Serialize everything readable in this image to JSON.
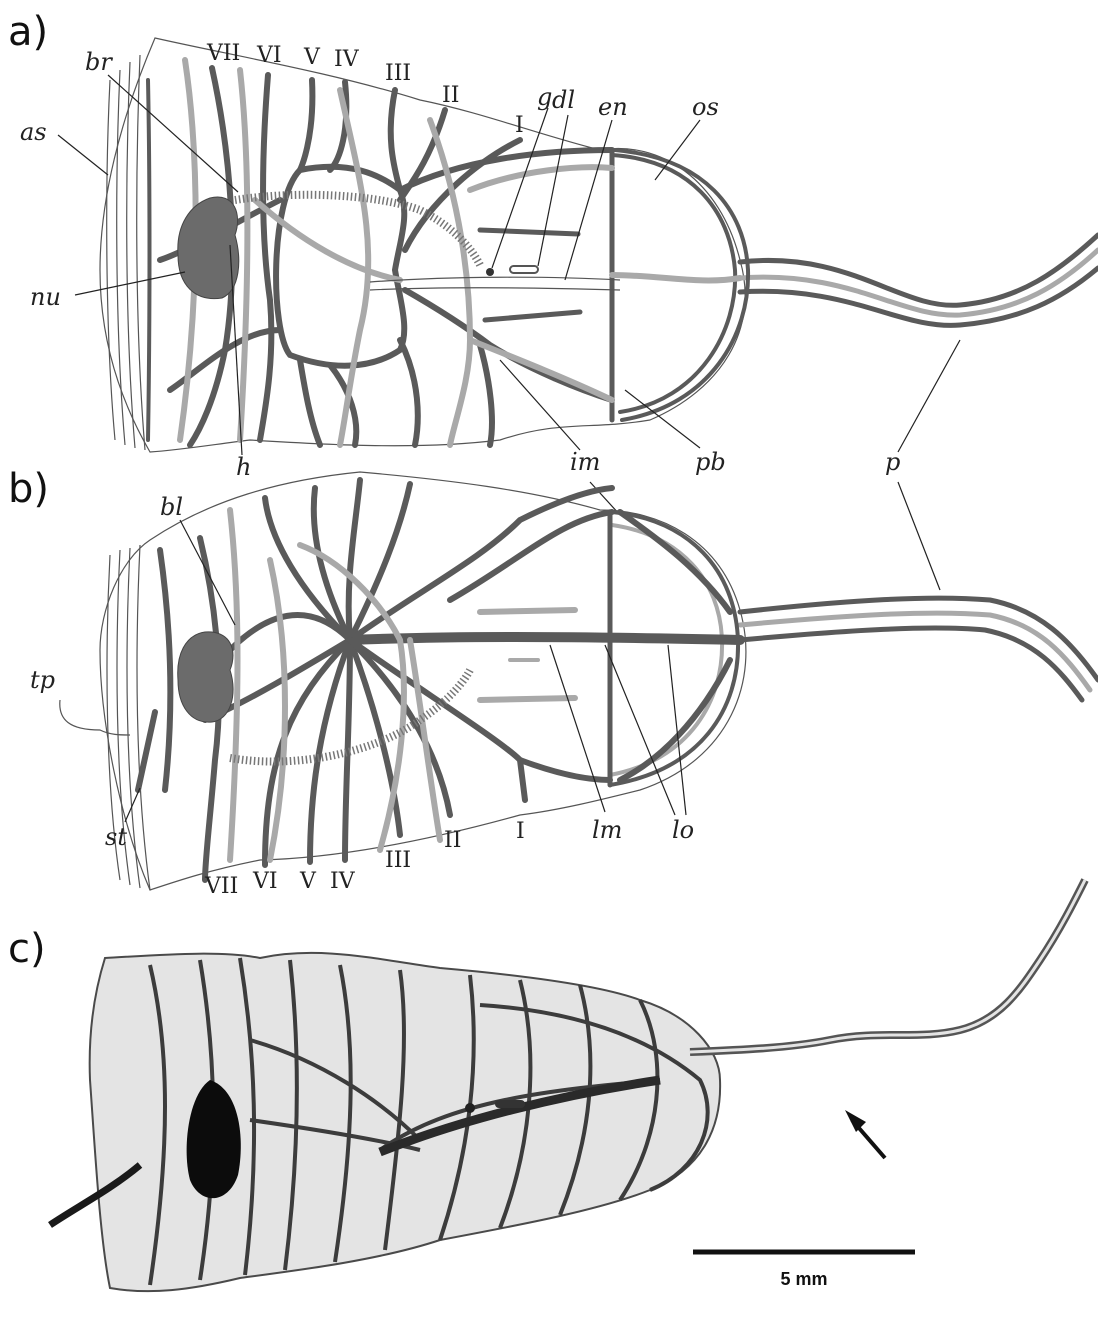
{
  "panels": [
    {
      "label": "a)",
      "segment_labels": [
        "VII",
        "VI",
        "V",
        "IV",
        "III",
        "II",
        "I"
      ],
      "structure_labels": {
        "br": "br",
        "as": "as",
        "nu": "nu",
        "h": "h",
        "g": "g",
        "dl": "dl",
        "en": "en",
        "os": "os",
        "im": "im",
        "pb": "pb",
        "p": "p"
      }
    },
    {
      "label": "b)",
      "segment_labels": [
        "VII",
        "VI",
        "V",
        "IV",
        "III",
        "II",
        "I"
      ],
      "structure_labels": {
        "bl": "bl",
        "tp": "tp",
        "st": "st",
        "lm": "lm",
        "lo": "lo"
      }
    },
    {
      "label": "c)",
      "scale_bar": {
        "text": "5 mm"
      }
    }
  ],
  "colors": {
    "dark_vessel": "#5a5a5a",
    "light_vessel": "#a9a9a9",
    "nucleus": "#6b6b6b",
    "photo_background": "#e4e4e4"
  }
}
